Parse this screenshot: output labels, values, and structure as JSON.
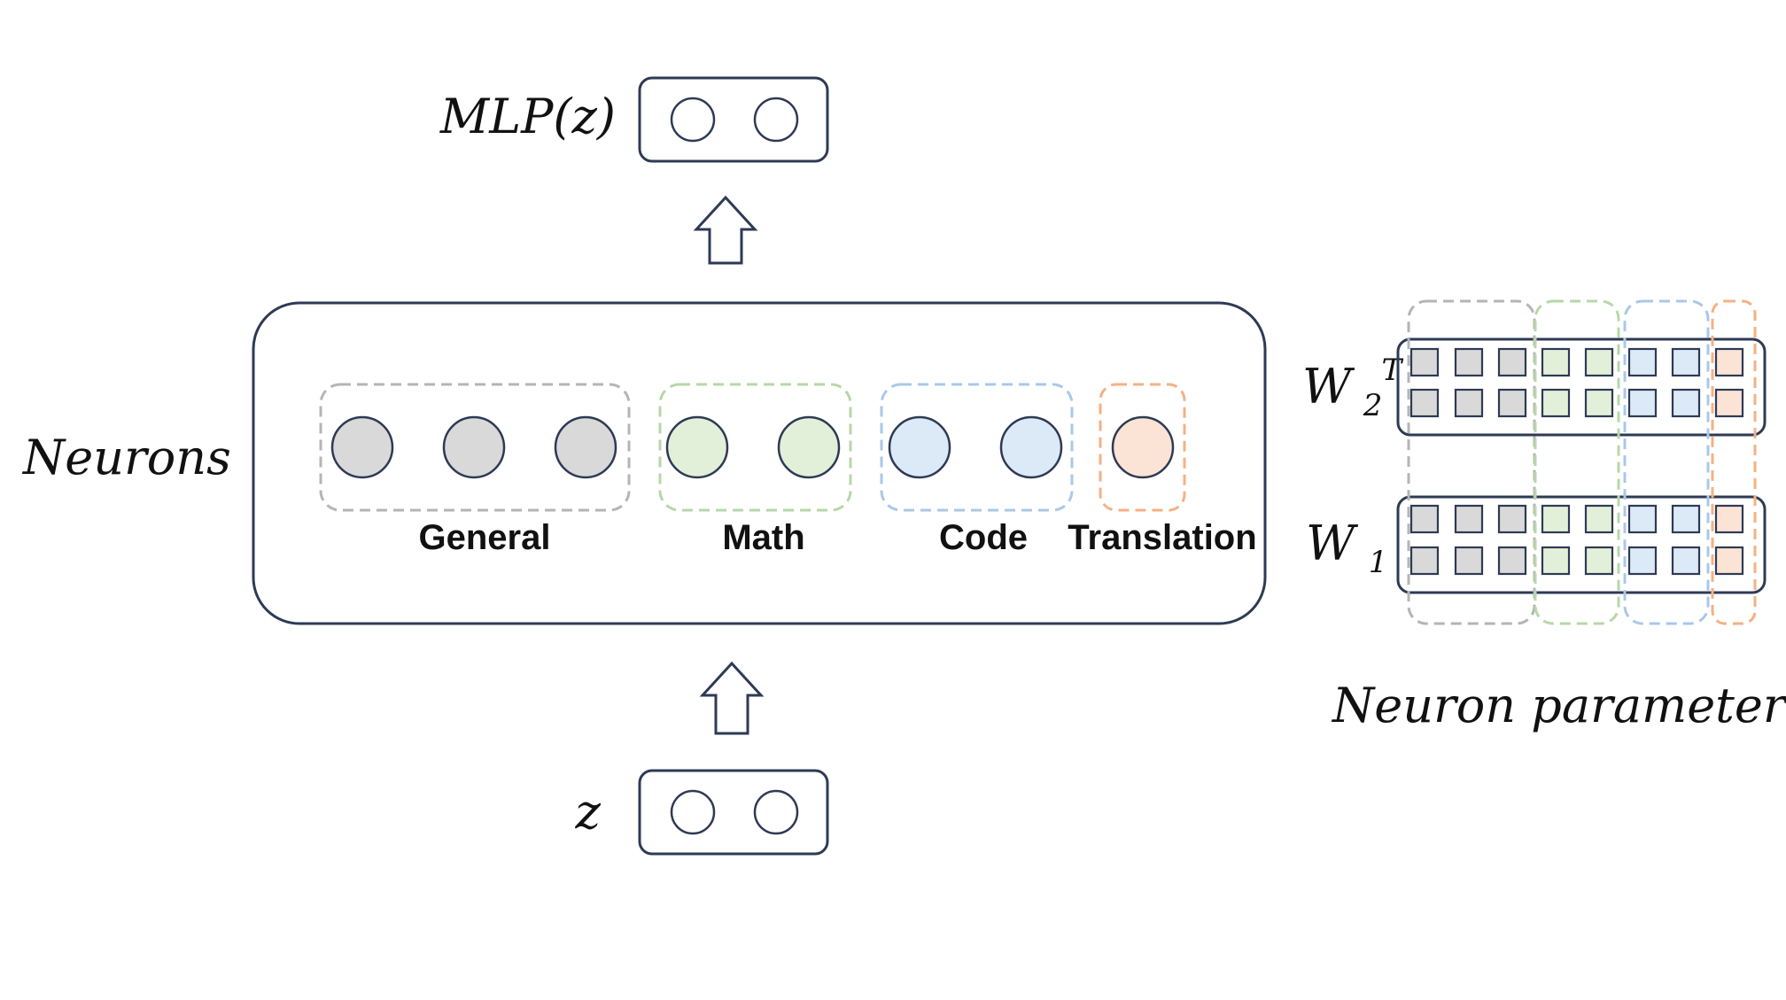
{
  "labels": {
    "output": "MLP(z)",
    "input": "z",
    "neurons": "Neurons",
    "w2t_base": "W",
    "w2t_sub": "2",
    "w2t_sup": "T",
    "w1_base": "W",
    "w1_sub": "1",
    "neuron_parameters": "Neuron parameters"
  },
  "groups": [
    {
      "key": "general",
      "label": "General",
      "count": 3,
      "fill": "#d9d9d9",
      "border": "#b5b5b5"
    },
    {
      "key": "math",
      "label": "Math",
      "count": 2,
      "fill": "#e2f0d9",
      "border": "#b7d7a8"
    },
    {
      "key": "code",
      "label": "Code",
      "count": 2,
      "fill": "#dceaf7",
      "border": "#a9c8e8"
    },
    {
      "key": "translation",
      "label": "Translation",
      "count": 1,
      "fill": "#fbe3d6",
      "border": "#f4b183"
    }
  ],
  "colors": {
    "stroke": "#2e3a55",
    "background": "#ffffff"
  }
}
